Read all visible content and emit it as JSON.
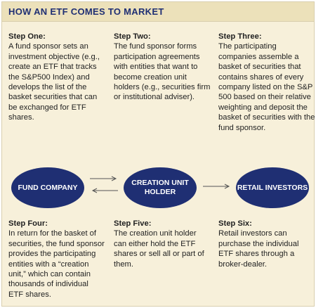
{
  "header": {
    "title": "HOW AN ETF COMES TO MARKET"
  },
  "steps": [
    {
      "title": "Step One:",
      "body": "A fund sponsor sets an investment objective (e.g., create an ETF that tracks the S&P500 Index) and develops the list of the basket securities that can be exchanged for ETF shares."
    },
    {
      "title": "Step Two:",
      "body": "The fund sponsor forms participation agreements with entities that want to become creation unit holders (e.g., securities firm or institutional adviser)."
    },
    {
      "title": "Step Three:",
      "body": "The participating companies assemble a basket of securities that contains shares of every company listed on the S&P 500 based on their relative weighting and deposit the basket of securities with the fund sponsor."
    },
    {
      "title": "Step Four:",
      "body": "In return for the basket of securities, the fund sponsor provides the participating entities with a “creation unit,” which can contain thousands of individual ETF shares."
    },
    {
      "title": "Step Five:",
      "body": "The creation unit holder can either hold the ETF shares or sell all or part of them."
    },
    {
      "title": "Step Six:",
      "body": "Retail investors can purchase the individual ETF shares through a broker-dealer."
    }
  ],
  "nodes": {
    "fund_company": "FUND COMPANY",
    "creation_unit_holder": "CREATION UNIT HOLDER",
    "retail_investors": "RETAIL INVESTORS"
  },
  "colors": {
    "accent": "#1f2f73",
    "background": "#f7f0da",
    "header": "#ece1ba"
  }
}
